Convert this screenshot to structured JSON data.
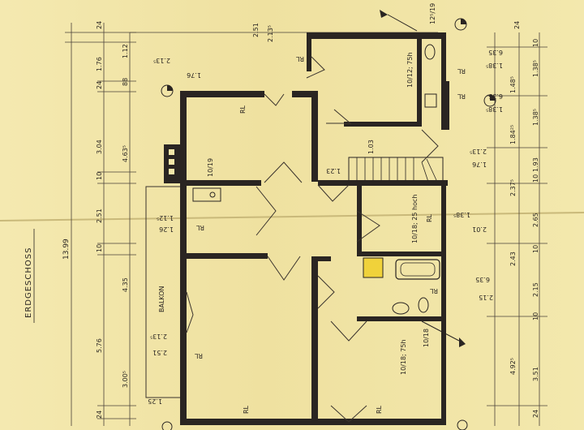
{
  "title": "ERDGESCHOSS",
  "total_dimension": "13.99",
  "left_dims": [
    "24",
    "1.76",
    "24",
    "3.04",
    "10",
    "2.51",
    "10",
    "4.35",
    "5.76",
    "24",
    "3.00⁵",
    "4.63⁵",
    "88",
    "1.12"
  ],
  "top_dims": [
    "2.51",
    "2.13⁵",
    "12⁵/19",
    "24"
  ],
  "right_dims": [
    "1.38⁵",
    "1.48⁵",
    "1.38⁵",
    "1.84²⁵",
    "1.93",
    "2.37⁵",
    "2.65",
    "2.43",
    "2.15",
    "10",
    "4.92⁵",
    "3.51",
    "24",
    "10",
    "10",
    "10"
  ],
  "room_labels": {
    "rl_top_mid": "RL",
    "rl_room1": "RL",
    "rl_left_mid": "RL",
    "rl_lower_left": "RL",
    "rl_bath": "RL",
    "rl_right_mid": "RL",
    "rl_bottom_left": "RL",
    "rl_bottom_right": "RL",
    "rl_wc1": "RL",
    "rl_wc2": "RL",
    "door_room1": "10/19",
    "door_wc": "10/12; 75h",
    "door_bath": "10/18; 25 hoch",
    "door_bottom": "10/18; 75h",
    "door_bottom_b": "10/18",
    "balkon": "BALKON",
    "stair_103": "1.03",
    "stair_123": "1.23"
  },
  "inner_dims": {
    "d_213_top": "2.13⁵",
    "d_176": "1.76",
    "d_635a": "6.35",
    "d_138a": "1.38⁵",
    "d_635b": "6.35",
    "d_138b": "1.38⁵",
    "d_2135_mid": "2.13⁵",
    "d_176_right": "1.76",
    "d_1125": "1.12⁵",
    "d_126": "1.26",
    "d_1385_r": "1.38⁵",
    "d_201": "2.01",
    "d_635_bath": "6.35",
    "d_215": "2.15",
    "d_2135_low": "2.13⁵",
    "d_251_low": "2.51",
    "d_125_bot": "1.25"
  }
}
